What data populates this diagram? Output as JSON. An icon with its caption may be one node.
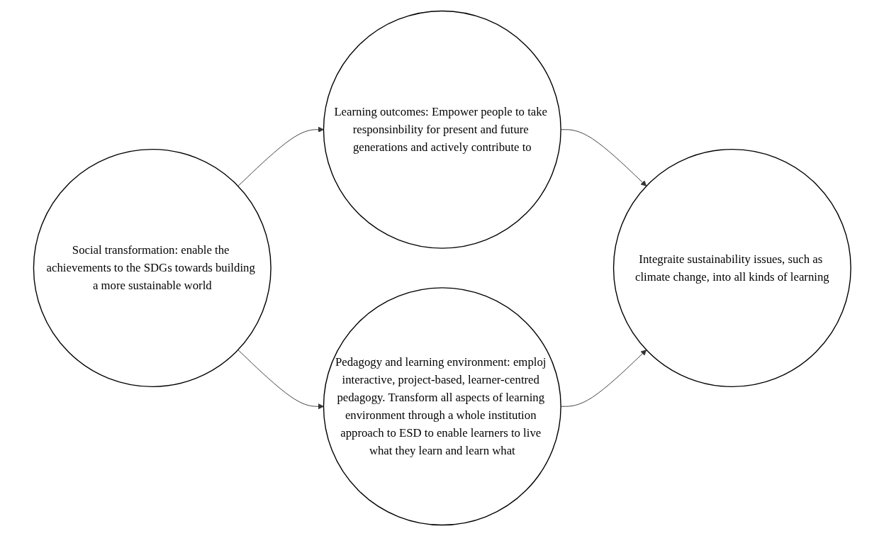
{
  "diagram": {
    "nodes": [
      {
        "text": [
          "Social transformation: enable the achievements to the SDGs towards building a more sustainable world"
        ]
      },
      {
        "text": [
          "Learning outcomes: Empower people to take responsinbility for present and future generations and actively contribute to"
        ]
      },
      {
        "text": [
          "Pedagogy and learning environment: emploj interactive, project-based, learner-centred pedagogy. Transform all aspects of learning environment through a whole institution approach to ESD to enable learners to live what they learn and learn what"
        ]
      },
      {
        "text": [
          "Integraite sustainability issues, such as climate change, into all kinds of learning"
        ]
      }
    ],
    "edges": [
      {
        "from": 0,
        "to": 1,
        "arrow": "to"
      },
      {
        "from": 1,
        "to": 3,
        "arrow": "to"
      },
      {
        "from": 2,
        "to": 3,
        "arrow": "to"
      },
      {
        "from": 0,
        "to": 2,
        "arrow": "to"
      }
    ]
  }
}
